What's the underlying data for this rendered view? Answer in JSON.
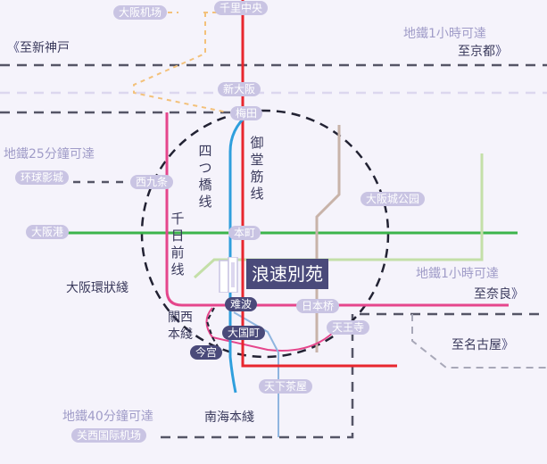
{
  "title": "浪速別苑",
  "colors": {
    "background": "#f5f3fb",
    "pill": "#c9c4e3",
    "pill_dark": "#4a4a7a",
    "midosuji": "#e8262e",
    "yotsubashi": "#2f9fdd",
    "sennichimae": "#e5468c",
    "loop": "#e5468c",
    "chuo": "#3cb44b",
    "nagahori": "#c4dfa8",
    "tanimachi": "#c8b3a9",
    "private": "#cfcfcf",
    "dashed": "#555566",
    "airport_dash": "#f3c17a"
  },
  "stations": {
    "osaka_airport": "大阪机场",
    "senri_chuo": "千里中央",
    "shin_osaka": "新大阪",
    "umeda": "梅田",
    "nishikujo": "西九条",
    "osaka_castle_park": "大阪城公园",
    "universal": "环球影城",
    "osaka_port": "大阪港",
    "honmachi": "本町",
    "namba": "难波",
    "nippombashi": "日本桥",
    "tennoji": "天王寺",
    "daikokucho": "大国町",
    "imamiya": "今宫",
    "tengachaya": "天下茶屋",
    "kansai_airport": "关西国际机场"
  },
  "lines": {
    "midosuji": "御堂筋线",
    "yotsubashi": "四つ橋线",
    "sennichimae": "千日前线",
    "loop": "大阪環狀綫",
    "kansai": "關西本綫",
    "nankai": "南海本綫"
  },
  "directions": {
    "to_kobe": "至新神戸",
    "to_kyoto": "至京都",
    "to_nara": "至奈良",
    "to_nagoya": "至名古屋",
    "chev_left": "《",
    "chev_right": "》"
  },
  "notes": {
    "subway_1h_north": "地鐵1小時可達",
    "subway_25m": "地鐵25分鐘可達",
    "subway_1h_east": "地鐵1小時可達",
    "subway_40m": "地鐵40分鐘可達"
  }
}
